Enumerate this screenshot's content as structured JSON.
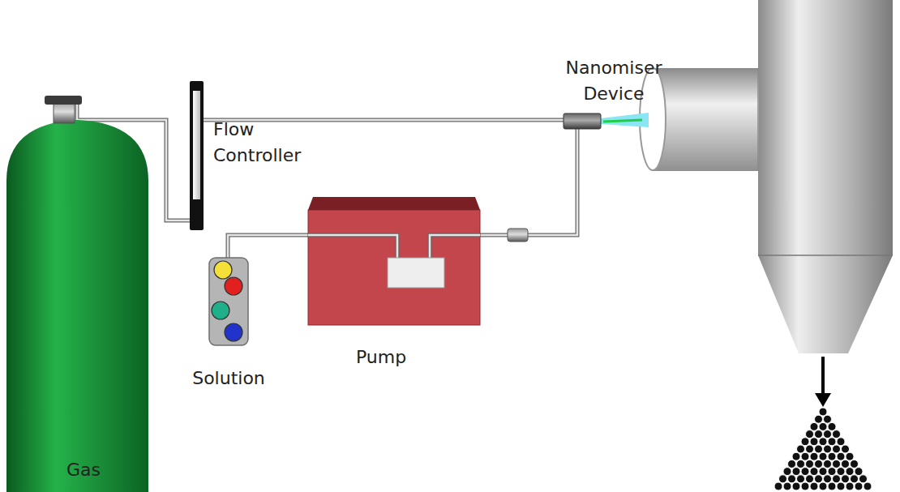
{
  "diagram": {
    "nodes": [
      {
        "text": [
          "Nanomiser Device"
        ]
      },
      {
        "text": [
          "Flow Controller"
        ]
      },
      {
        "text": [
          "Pump"
        ]
      },
      {
        "text": [
          "Solution"
        ]
      },
      {
        "text": [
          "Gas"
        ]
      }
    ],
    "edges": [
      {
        "from": 4,
        "to": 1,
        "arrow": "none"
      },
      {
        "from": 1,
        "to": 0,
        "arrow": "none"
      },
      {
        "from": 3,
        "to": 2,
        "arrow": "none"
      },
      {
        "from": 2,
        "to": 0,
        "arrow": "none"
      }
    ]
  }
}
